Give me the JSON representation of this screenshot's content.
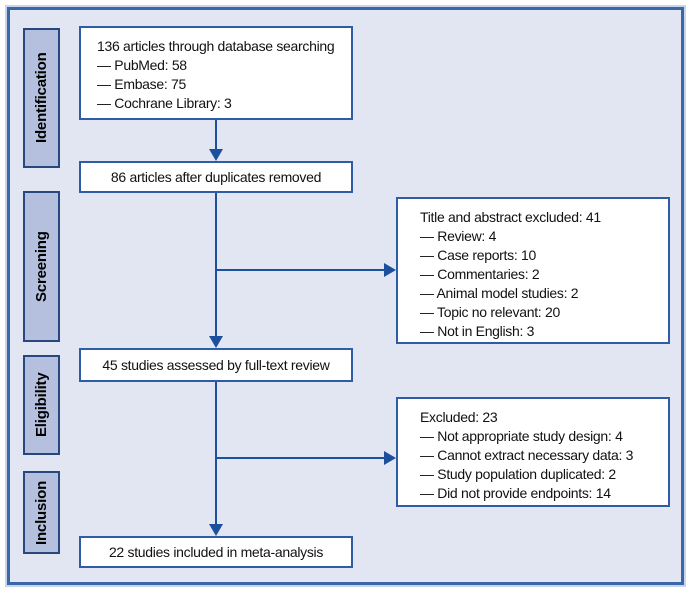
{
  "diagram": {
    "stages": [
      {
        "label": "Identification"
      },
      {
        "label": "Screening"
      },
      {
        "label": "Eligibility"
      },
      {
        "label": "Inclusion"
      }
    ],
    "boxes": {
      "search": {
        "title": "136 articles through database searching",
        "items": [
          "— PubMed: 58",
          "— Embase: 75",
          "— Cochrane Library: 3"
        ]
      },
      "dedup": {
        "text": "86 articles after duplicates removed"
      },
      "fulltext": {
        "text": "45 studies assessed by full-text review"
      },
      "included": {
        "text": "22 studies included in meta-analysis"
      },
      "excluded_abstract": {
        "title": "Title and abstract excluded: 41",
        "items": [
          "— Review: 4",
          "— Case reports: 10",
          "— Commentaries: 2",
          "— Animal model studies: 2",
          "— Topic no relevant: 20",
          "— Not in English: 3"
        ]
      },
      "excluded_fulltext": {
        "title": "Excluded: 23",
        "items": [
          "— Not appropriate study design: 4",
          "— Cannot extract necessary data: 3",
          "— Study population duplicated: 2",
          "— Did not provide endpoints: 14"
        ]
      }
    },
    "colors": {
      "background": "#e2e6f3",
      "frame_border": "#3a67a8",
      "stage_fill": "#b4c0de",
      "stage_border": "#27477e",
      "box_border": "#2e5ca6",
      "arrow": "#1c4f9c",
      "text": "#111111"
    }
  }
}
